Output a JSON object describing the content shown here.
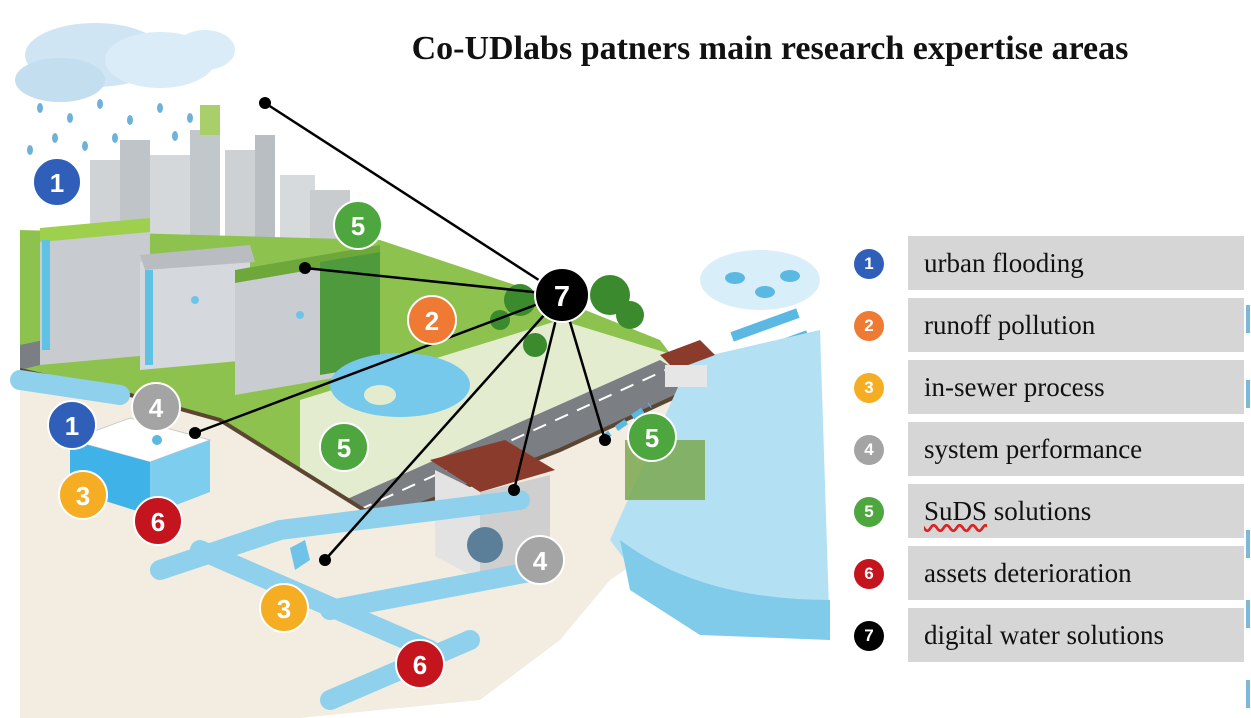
{
  "title": "Co-UDlabs  patners main research expertise areas",
  "legend": [
    {
      "num": "1",
      "label": "urban flooding",
      "color": "#2f5fb8"
    },
    {
      "num": "2",
      "label": "runoff pollution",
      "color": "#ee7a33"
    },
    {
      "num": "3",
      "label": "in-sewer process",
      "color": "#f5ae24"
    },
    {
      "num": "4",
      "label": "system performance",
      "color": "#a4a4a4"
    },
    {
      "num": "5",
      "label_pre": "",
      "label_underlined": "SuDS",
      "label_post": " solutions",
      "color": "#4ea63f"
    },
    {
      "num": "6",
      "label": "assets deterioration",
      "color": "#c4141e"
    },
    {
      "num": "7",
      "label": "digital water solutions",
      "color": "#000000"
    }
  ],
  "scene_badges": [
    {
      "num": "1",
      "color": "#2f5fb8"
    },
    {
      "num": "5",
      "color": "#4ea63f"
    },
    {
      "num": "2",
      "color": "#ee7a33"
    },
    {
      "num": "4",
      "color": "#a4a4a4"
    },
    {
      "num": "1",
      "color": "#2f5fb8"
    },
    {
      "num": "5",
      "color": "#4ea63f"
    },
    {
      "num": "5",
      "color": "#4ea63f"
    },
    {
      "num": "3",
      "color": "#f5ae24"
    },
    {
      "num": "6",
      "color": "#c4141e"
    },
    {
      "num": "4",
      "color": "#a4a4a4"
    },
    {
      "num": "3",
      "color": "#f5ae24"
    },
    {
      "num": "6",
      "color": "#c4141e"
    },
    {
      "num": "7",
      "color": "#000000"
    }
  ]
}
